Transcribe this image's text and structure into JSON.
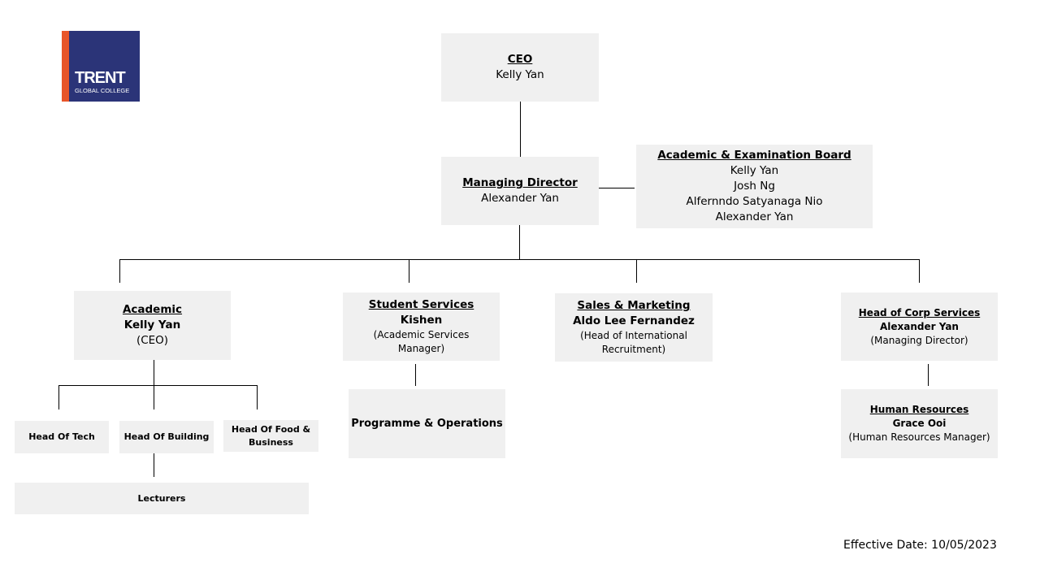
{
  "logo": {
    "name": "TRENT",
    "subtitle": "GLOBAL COLLEGE"
  },
  "ceo": {
    "title": "CEO",
    "name": "Kelly Yan"
  },
  "managing_director": {
    "title": "Managing Director",
    "name": "Alexander Yan"
  },
  "exam_board": {
    "title": "Academic & Examination Board",
    "members": [
      "Kelly Yan",
      "Josh Ng",
      "Alfernndo Satyanaga Nio",
      "Alexander Yan"
    ]
  },
  "academic": {
    "title": "Academic",
    "name": "Kelly Yan",
    "role": "(CEO)"
  },
  "student_services": {
    "title": "Student Services",
    "name": "Kishen",
    "role_line1": "(Academic Services",
    "role_line2": "Manager)"
  },
  "sales": {
    "title": "Sales & Marketing",
    "name": "Aldo Lee Fernandez",
    "role_line1": "(Head of International",
    "role_line2": "Recruitment)"
  },
  "corp": {
    "title": "Head of Corp Services",
    "name": "Alexander Yan",
    "role": "(Managing Director)"
  },
  "head_tech": "Head Of Tech",
  "head_building": "Head Of Building",
  "head_food_line1": "Head Of Food &",
  "head_food_line2": "Business",
  "lecturers": "Lecturers",
  "programme_ops": "Programme & Operations",
  "hr": {
    "title": "Human Resources",
    "name": "Grace Ooi",
    "role": "(Human Resources Manager)"
  },
  "effective_date": "Effective Date: 10/05/2023",
  "colors": {
    "box_fill": "#f0f0f0",
    "logo_navy": "#2b3478",
    "logo_orange": "#e8552a"
  }
}
